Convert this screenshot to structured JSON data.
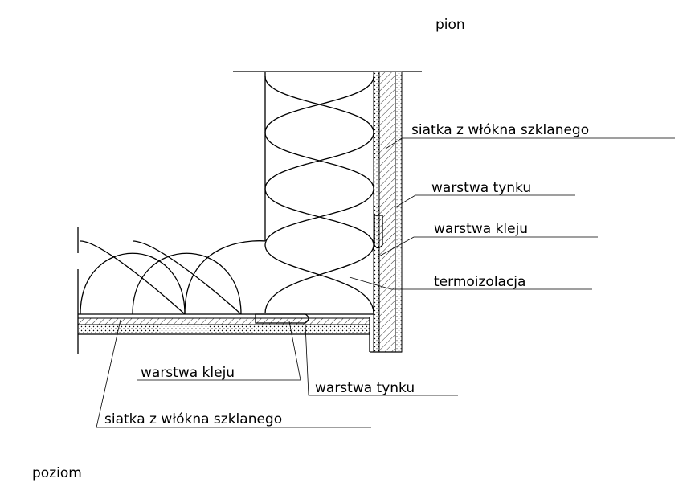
{
  "diagram": {
    "views": {
      "vertical": "pion",
      "horizontal": "poziom"
    },
    "labels": {
      "mesh_vertical": "siatka z włókna szklanego",
      "plaster_vertical": "warstwa tynku",
      "adhesive_vertical": "warstwa kleju",
      "insulation": "termoizolacja",
      "adhesive_horizontal": "warstwa kleju",
      "plaster_horizontal": "warstwa tynku",
      "mesh_horizontal": "siatka z włókna szklanego"
    },
    "colors": {
      "line": "#000000",
      "background": "#ffffff"
    }
  }
}
